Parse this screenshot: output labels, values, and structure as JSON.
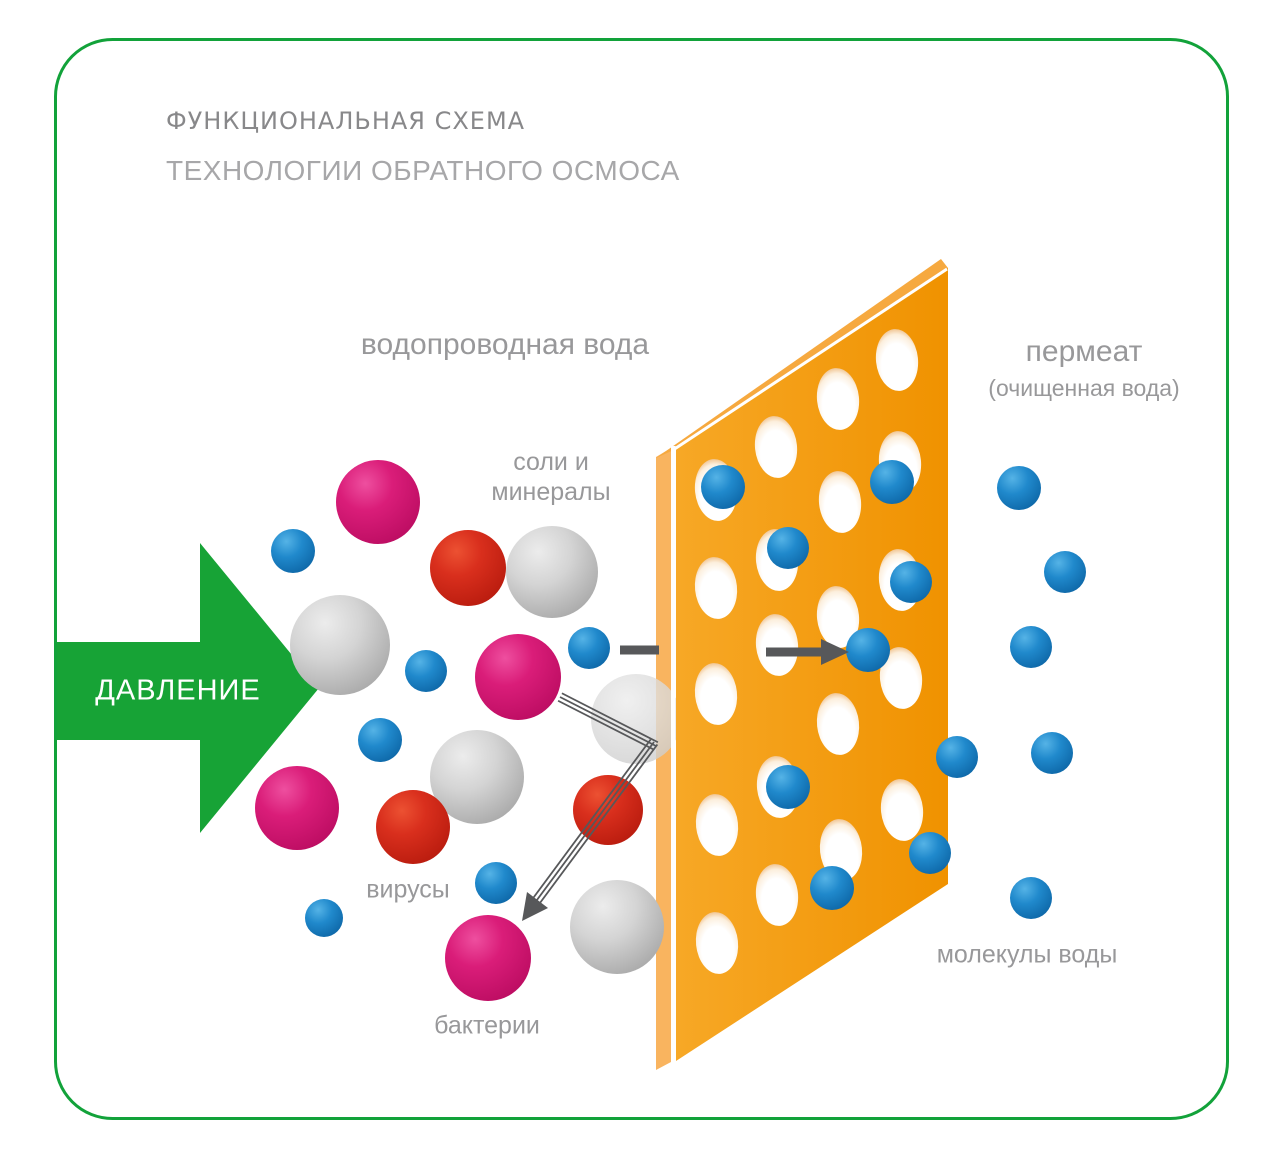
{
  "title": {
    "line1": "ФУНКЦИОНАЛЬНАЯ СХЕМА",
    "line2": "ТЕХНОЛОГИИ ОБРАТНОГО ОСМОСА"
  },
  "labels": {
    "pressure": "ДАВЛЕНИЕ",
    "feed_water": "водопроводная вода",
    "salts_minerals": "соли и\nминералы",
    "viruses": "вирусы",
    "bacteria": "бактерии",
    "permeate": "пермеат",
    "permeate_note": "(очищенная вода)",
    "water_molecules": "молекулы воды"
  },
  "particles": [
    {
      "name": "water-molecule",
      "color": "#1b7fc0"
    },
    {
      "name": "salt-mineral",
      "color": "#c9c9c9"
    },
    {
      "name": "virus",
      "color": "#d92f1d"
    },
    {
      "name": "bacterium",
      "color": "#da1d79"
    }
  ],
  "colors": {
    "border_green": "#12a23a",
    "arrow_green": "#17a336",
    "membrane_orange": "#f49d14",
    "membrane_orange_dark": "#f09200",
    "membrane_orange_light": "#f7a826",
    "membrane_edge": "#f9b45f",
    "membrane_bevel": "#f6a93f",
    "arrow_dark": "#57585a",
    "text_primary": "#88888a",
    "text_secondary": "#a7a7a9",
    "label_gray": "#98989a",
    "pressure_text": "#ffffff",
    "background": "#ffffff"
  }
}
